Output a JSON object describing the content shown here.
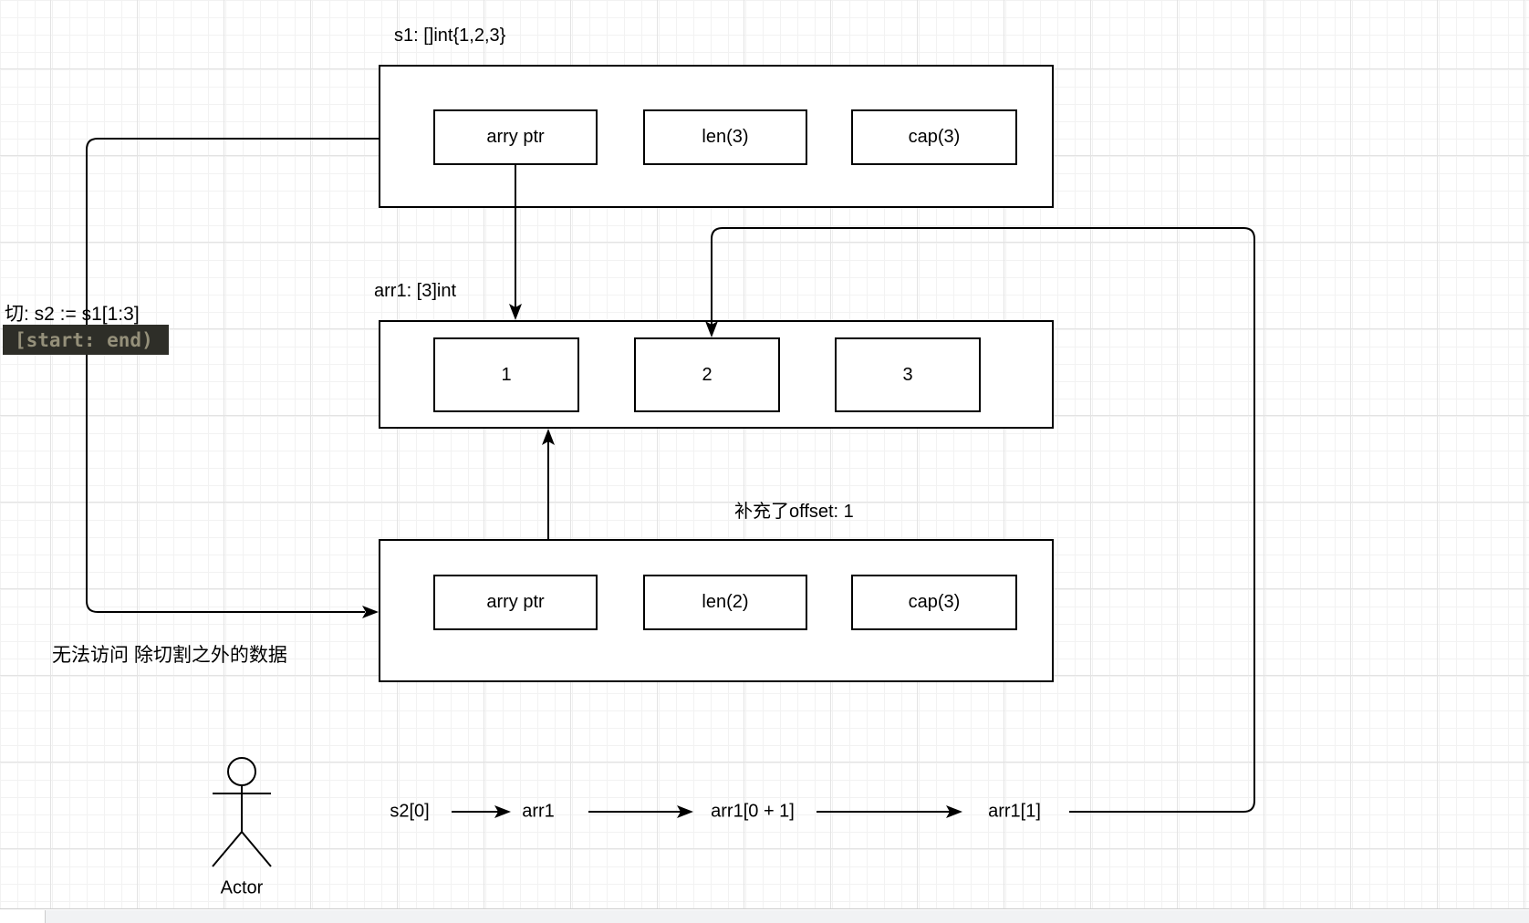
{
  "s1_group": {
    "label": "s1: []int{1,2,3}",
    "cells": [
      "arry ptr",
      "len(3)",
      "cap(3)"
    ]
  },
  "arr1_group": {
    "label": "arr1: [3]int",
    "cells": [
      "1",
      "2",
      "3"
    ]
  },
  "s2_group": {
    "label": "补充了offset: 1",
    "cells": [
      "arry ptr",
      "len(2)",
      "cap(3)"
    ]
  },
  "annotations": {
    "slice_op": "切:  s2 := s1[1:3]",
    "range_code": "[start: end)",
    "no_access": "无法访问 除切割之外的数据",
    "actor_label": "Actor"
  },
  "flow": {
    "items": [
      "s2[0]",
      "arr1",
      "arr1[0 + 1]",
      "arr1[1]"
    ]
  },
  "colors": {
    "stroke": "#000000",
    "code_bg": "#2e2e28",
    "code_text": "#95907a",
    "grid_minor": "#f2f2f2",
    "grid_major": "#e3e3e3"
  }
}
